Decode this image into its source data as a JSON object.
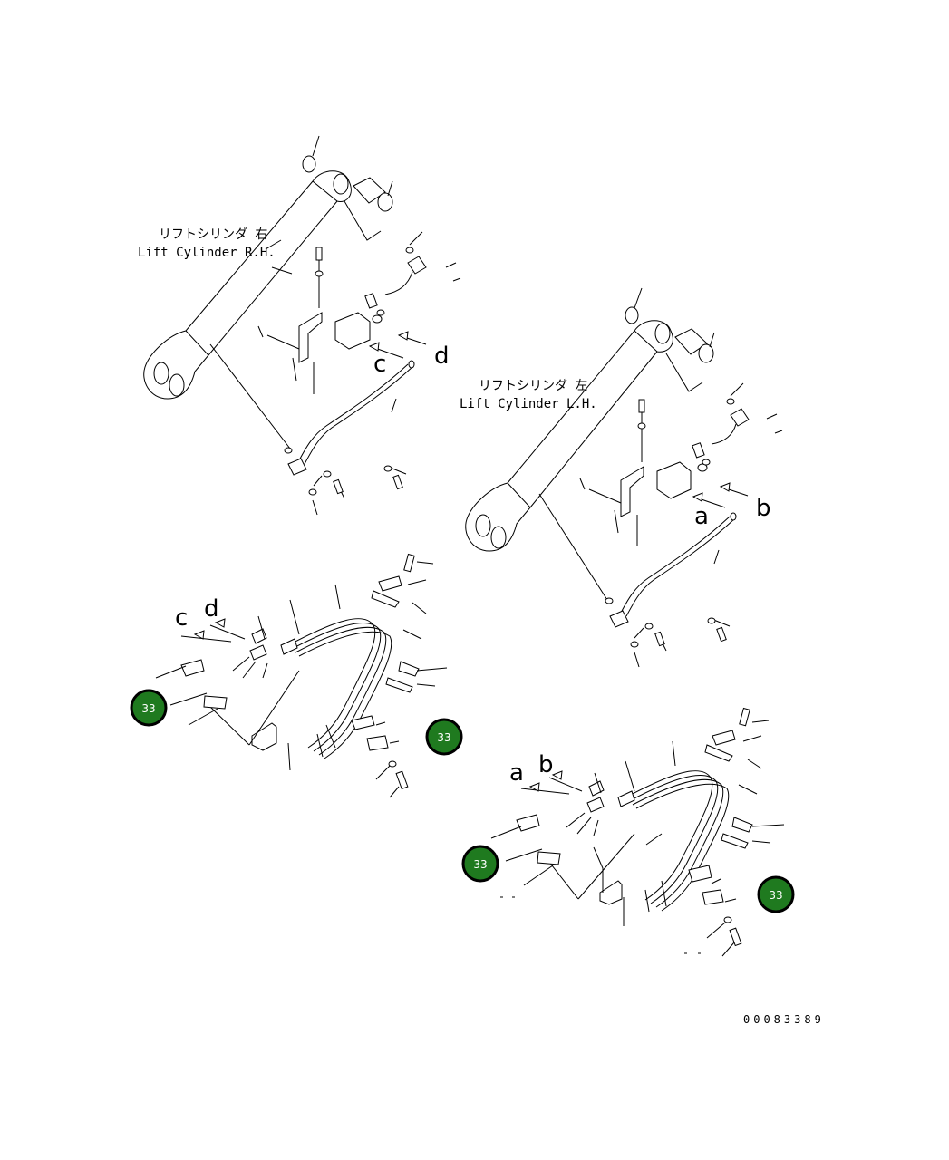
{
  "labels": {
    "rh_jp": "リフトシリンダ 右",
    "rh_en": "Lift Cylinder R.H.",
    "lh_jp": "リフトシリンダ 左",
    "lh_en": "Lift Cylinder L.H."
  },
  "letters": {
    "c1": "c",
    "d1": "d",
    "a1": "a",
    "b1": "b",
    "c2": "c",
    "d2": "d",
    "a2": "a",
    "b2": "b"
  },
  "badges": [
    "33",
    "33",
    "33",
    "33"
  ],
  "drawing_number": "00083389"
}
